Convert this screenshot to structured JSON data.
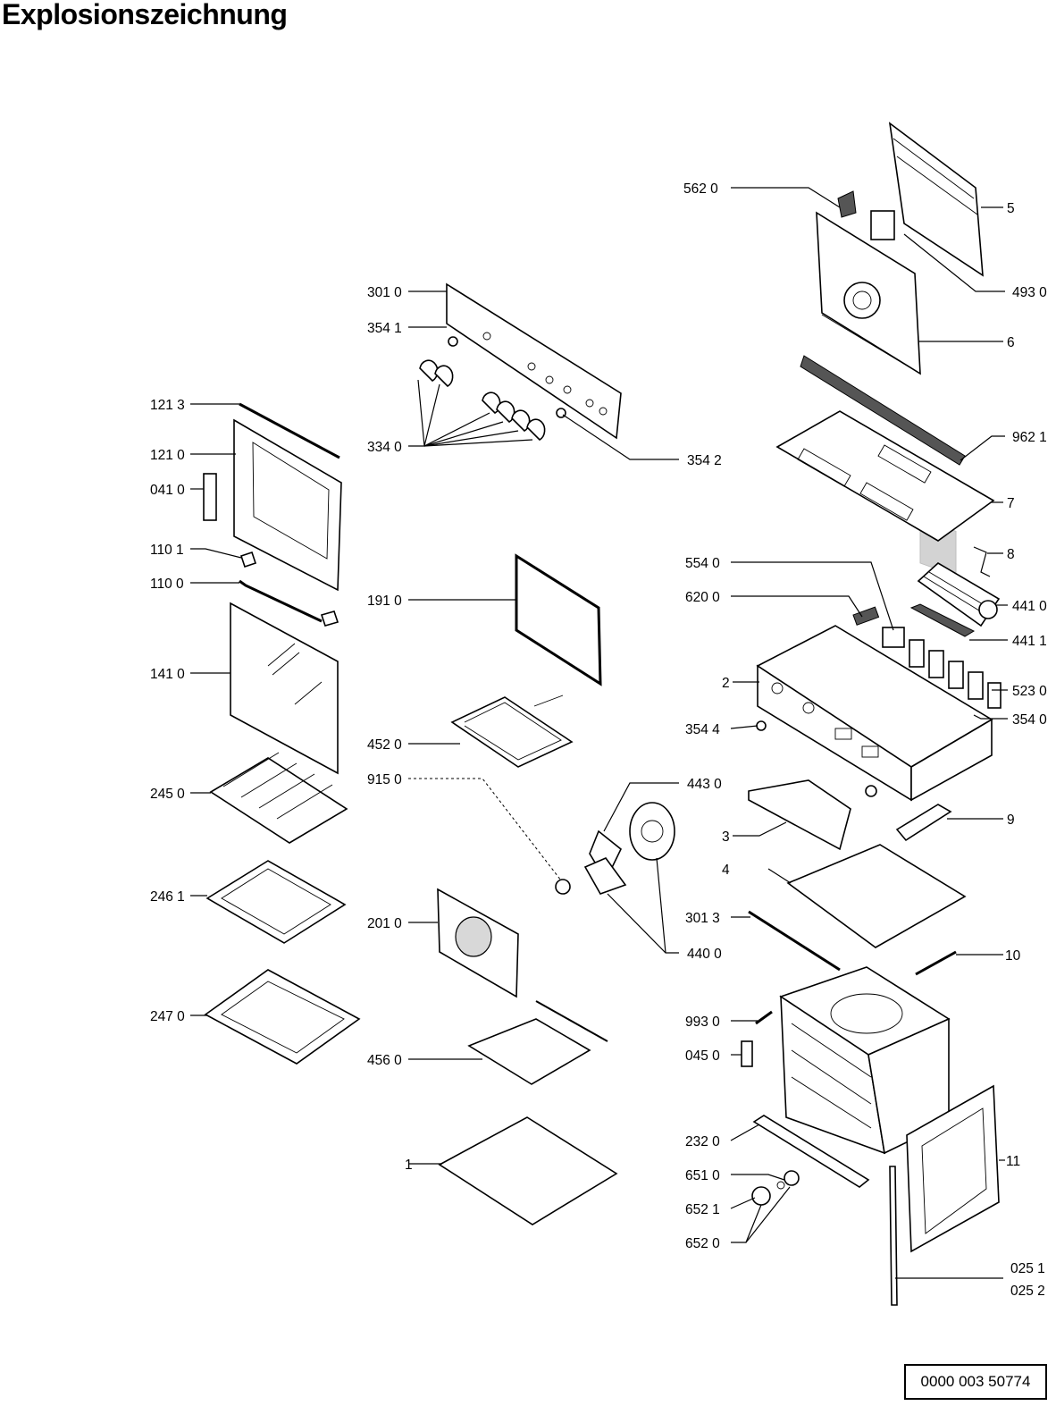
{
  "title": "Explosionszeichnung",
  "document_number": "0000 003 50774",
  "labels": [
    {
      "id": "l5620",
      "text": "562 0"
    },
    {
      "id": "l5",
      "text": "5"
    },
    {
      "id": "l4930",
      "text": "493 0"
    },
    {
      "id": "l6",
      "text": "6"
    },
    {
      "id": "l3010",
      "text": "301 0"
    },
    {
      "id": "l3541",
      "text": "354 1"
    },
    {
      "id": "l3340",
      "text": "334 0"
    },
    {
      "id": "l3542",
      "text": "354 2"
    },
    {
      "id": "l9621",
      "text": "962 1"
    },
    {
      "id": "l7",
      "text": "7"
    },
    {
      "id": "l1213",
      "text": "121 3"
    },
    {
      "id": "l1210",
      "text": "121 0"
    },
    {
      "id": "l0410",
      "text": "041 0"
    },
    {
      "id": "l1101",
      "text": "110 1"
    },
    {
      "id": "l1100",
      "text": "110 0"
    },
    {
      "id": "l1410",
      "text": "141 0"
    },
    {
      "id": "l8",
      "text": "8"
    },
    {
      "id": "l5540",
      "text": "554 0"
    },
    {
      "id": "l6200",
      "text": "620 0"
    },
    {
      "id": "l4410",
      "text": "441 0"
    },
    {
      "id": "l4411",
      "text": "441 1"
    },
    {
      "id": "l1910",
      "text": "191 0"
    },
    {
      "id": "l2",
      "text": "2"
    },
    {
      "id": "l5230",
      "text": "523 0"
    },
    {
      "id": "l3544",
      "text": "354 4"
    },
    {
      "id": "l3540",
      "text": "354 0"
    },
    {
      "id": "l4520",
      "text": "452 0"
    },
    {
      "id": "l9150",
      "text": "915 0"
    },
    {
      "id": "l4430",
      "text": "443 0"
    },
    {
      "id": "l2450",
      "text": "245 0"
    },
    {
      "id": "l3",
      "text": "3"
    },
    {
      "id": "l9",
      "text": "9"
    },
    {
      "id": "l4",
      "text": "4"
    },
    {
      "id": "l2461",
      "text": "246 1"
    },
    {
      "id": "l2010",
      "text": "201 0"
    },
    {
      "id": "l3013",
      "text": "301 3"
    },
    {
      "id": "l4400",
      "text": "440 0"
    },
    {
      "id": "l10",
      "text": "10"
    },
    {
      "id": "l2470",
      "text": "247 0"
    },
    {
      "id": "l9930",
      "text": "993 0"
    },
    {
      "id": "l4560",
      "text": "456 0"
    },
    {
      "id": "l0450",
      "text": "045 0"
    },
    {
      "id": "l2320",
      "text": "232 0"
    },
    {
      "id": "l1",
      "text": "1"
    },
    {
      "id": "l11",
      "text": "11"
    },
    {
      "id": "l6510",
      "text": "651 0"
    },
    {
      "id": "l6521",
      "text": "652 1"
    },
    {
      "id": "l6520",
      "text": "652 0"
    },
    {
      "id": "l0251",
      "text": "025 1"
    },
    {
      "id": "l0252",
      "text": "025 2"
    }
  ]
}
